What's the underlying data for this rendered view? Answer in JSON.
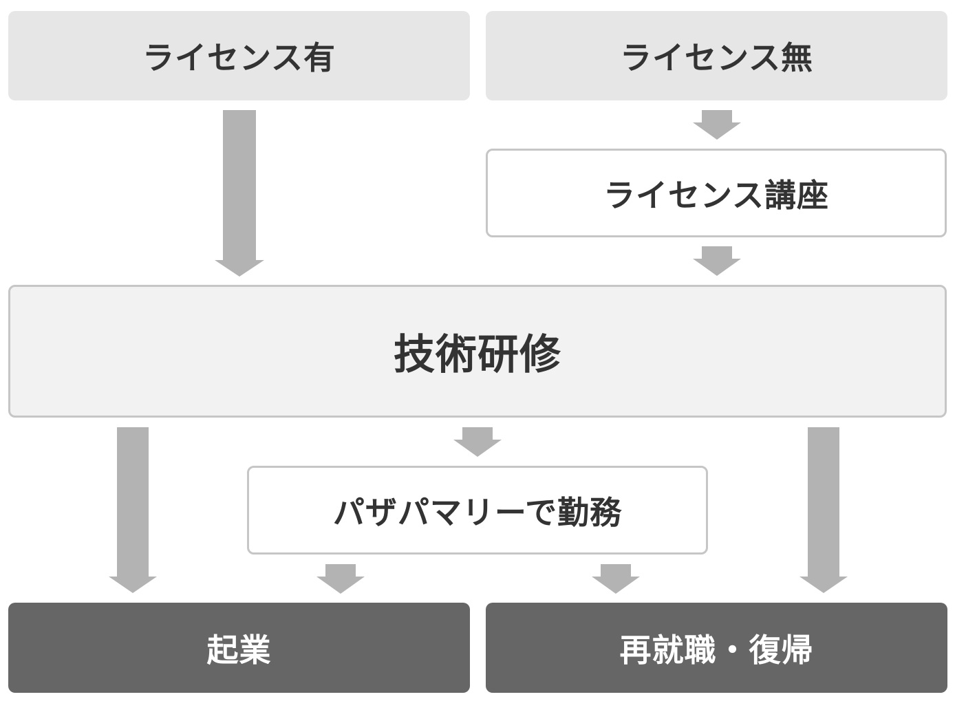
{
  "boxes": {
    "license_yes": "ライセンス有",
    "license_no": "ライセンス無",
    "license_course": "ライセンス講座",
    "technical_training": "技術研修",
    "work_at_pasapamari": "パザパマリーで勤務",
    "start_business": "起業",
    "reemployment": "再就職・復帰"
  },
  "colors": {
    "top_box": "#e6e6e6",
    "outline_border": "#c6c6c6",
    "main_box": "#f2f2f2",
    "dark_box": "#666666",
    "arrow": "#b3b3b3",
    "text_dark": "#333333",
    "text_light": "#ffffff"
  }
}
